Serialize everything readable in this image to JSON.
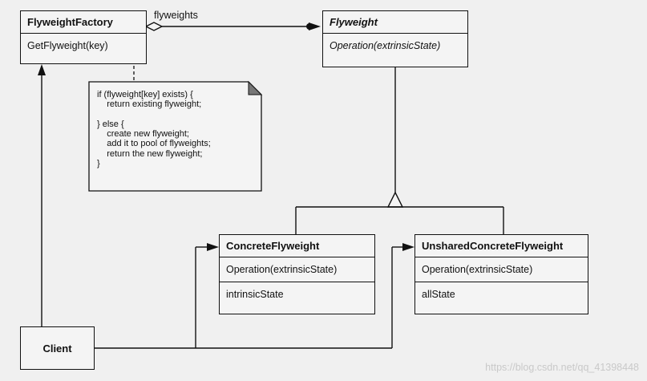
{
  "classes": {
    "flyweight_factory": {
      "name": "FlyweightFactory",
      "operations": [
        "GetFlyweight(key)"
      ]
    },
    "flyweight": {
      "name": "Flyweight",
      "operations": [
        "Operation(extrinsicState)"
      ]
    },
    "concrete_flyweight": {
      "name": "ConcreteFlyweight",
      "operations": [
        "Operation(extrinsicState)"
      ],
      "attributes": [
        "intrinsicState"
      ]
    },
    "unshared_concrete_flyweight": {
      "name": "UnsharedConcreteFlyweight",
      "operations": [
        "Operation(extrinsicState)"
      ],
      "attributes": [
        "allState"
      ]
    },
    "client": {
      "name": "Client"
    }
  },
  "association_label": "flyweights",
  "note": {
    "code": "if (flyweight[key] exists) {\n    return existing flyweight;\n\n} else {\n    create new flyweight;\n    add it to pool of flyweights;\n    return the new flyweight;\n}"
  },
  "watermark": "https://blog.csdn.net/qq_41398448",
  "colors": {
    "background": "#f0f0f0",
    "line": "#111111",
    "watermark": "#c9c9c9"
  }
}
